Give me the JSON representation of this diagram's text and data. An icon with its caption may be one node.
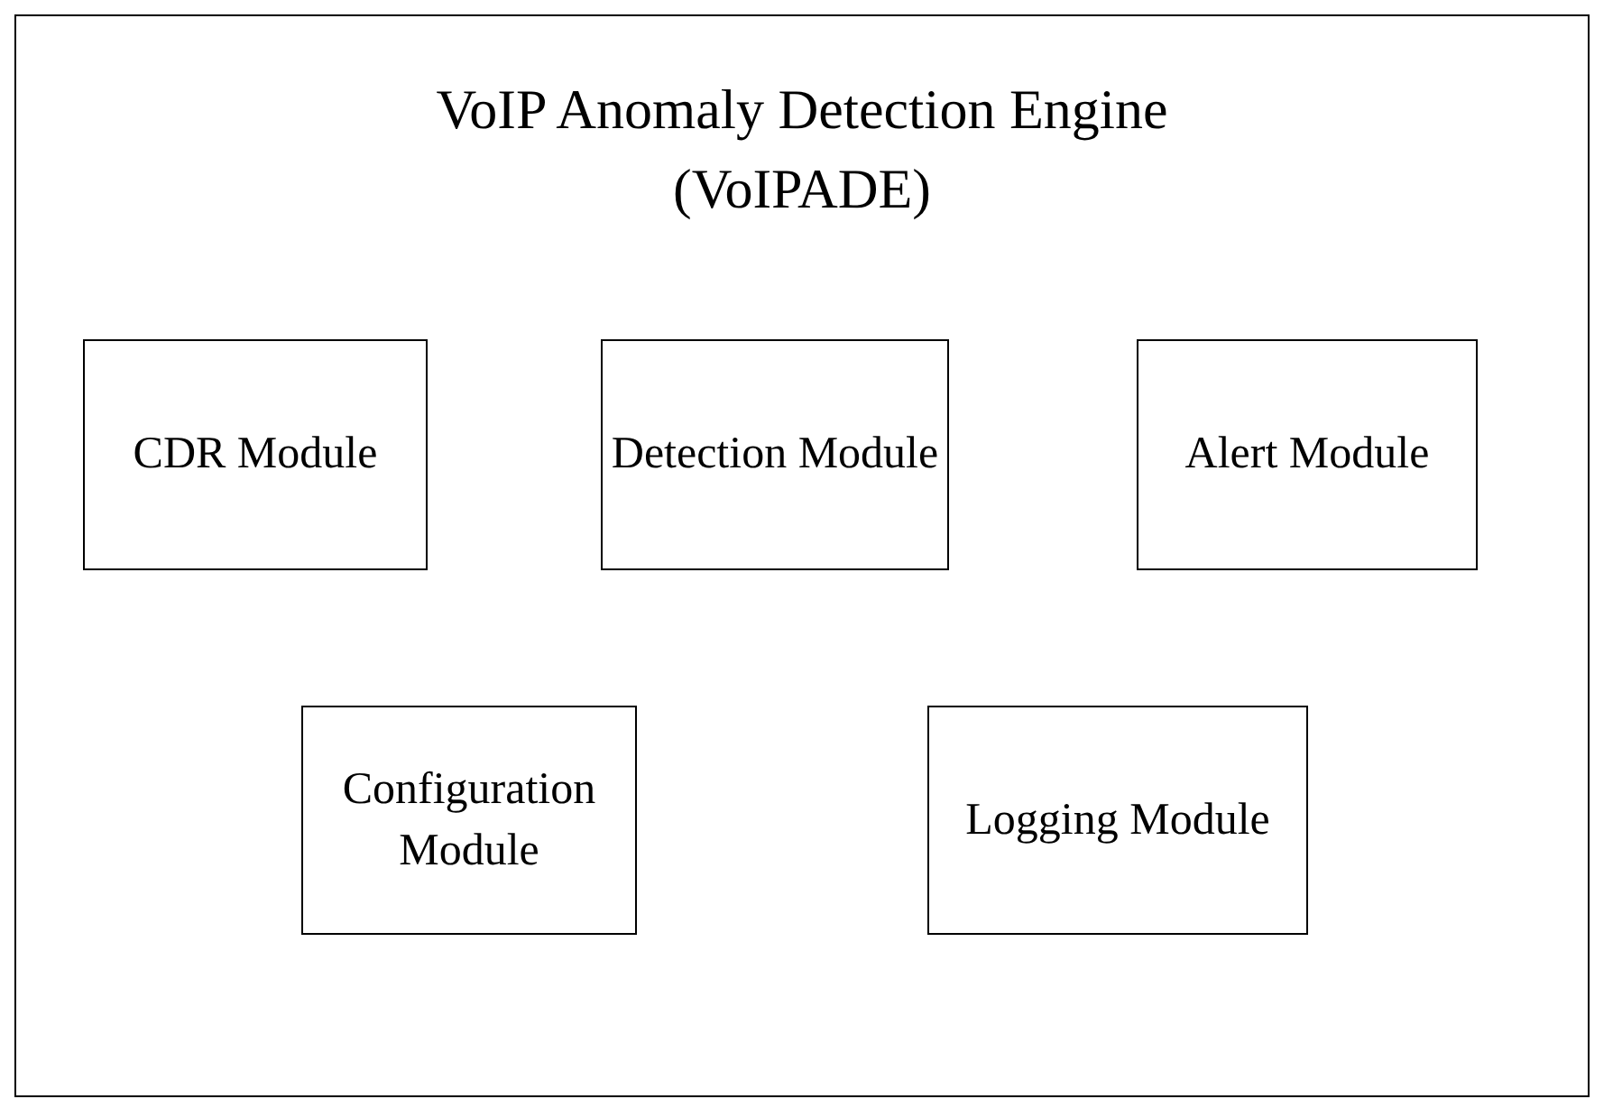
{
  "diagram": {
    "nodes": [
      {
        "text": [
          "VoIP Anomaly Detection Engine (VoIPADE)"
        ]
      },
      {
        "text": [
          "CDR Module"
        ],
        "in": 0
      },
      {
        "text": [
          "Detection Module"
        ],
        "in": 0
      },
      {
        "text": [
          "Alert Module"
        ],
        "in": 0
      },
      {
        "text": [
          "Configuration Module"
        ],
        "in": 0
      },
      {
        "text": [
          "Logging Module"
        ],
        "in": 0
      }
    ]
  }
}
